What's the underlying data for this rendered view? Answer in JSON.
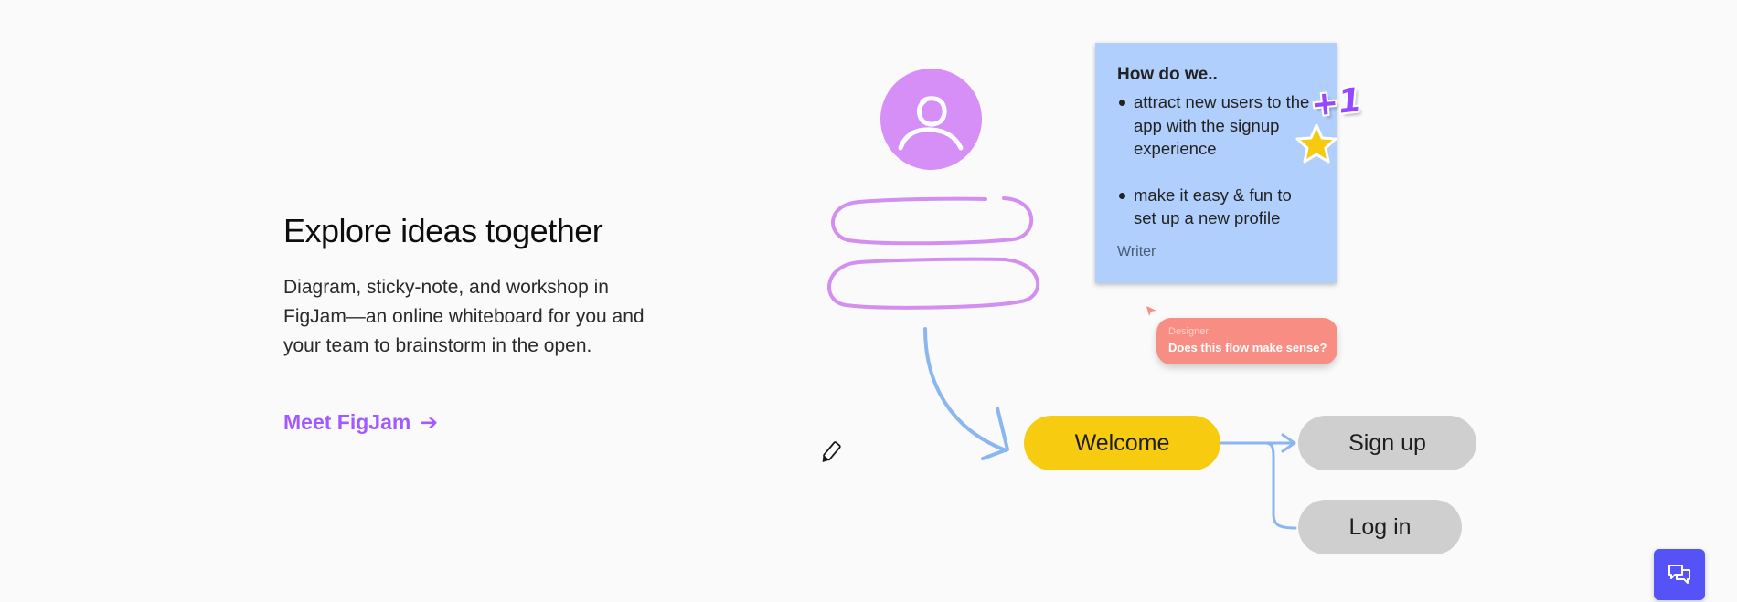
{
  "hero": {
    "title": "Explore ideas together",
    "description": "Diagram, sticky-note, and workshop in FigJam—an online whiteboard for you and your team to brainstorm in the open.",
    "cta_label": "Meet FigJam",
    "cta_arrow": "➔"
  },
  "sticky_note": {
    "title": "How do we..",
    "bullets": [
      "attract new users to the app with the signup experience",
      "make it easy & fun to set up a new profile"
    ],
    "author": "Writer",
    "color": "#b1cffc"
  },
  "stickers": {
    "plus_one": "+1",
    "star_icon": "star-icon"
  },
  "comment": {
    "author": "Designer",
    "text": "Does this flow make sense?",
    "color": "#f88e83"
  },
  "flow": {
    "welcome": "Welcome",
    "sign_up": "Sign up",
    "log_in": "Log in",
    "welcome_color": "#f7cb0f",
    "option_color": "#cfcfcf",
    "connector_color": "#8ab7f0"
  },
  "icons": {
    "avatar": "user-avatar-icon",
    "pen": "pen-cursor-icon",
    "chat": "chat-icon"
  },
  "colors": {
    "accent": "#a259ff",
    "avatar_bg": "#d68ff7",
    "chat_button": "#5552f7"
  }
}
